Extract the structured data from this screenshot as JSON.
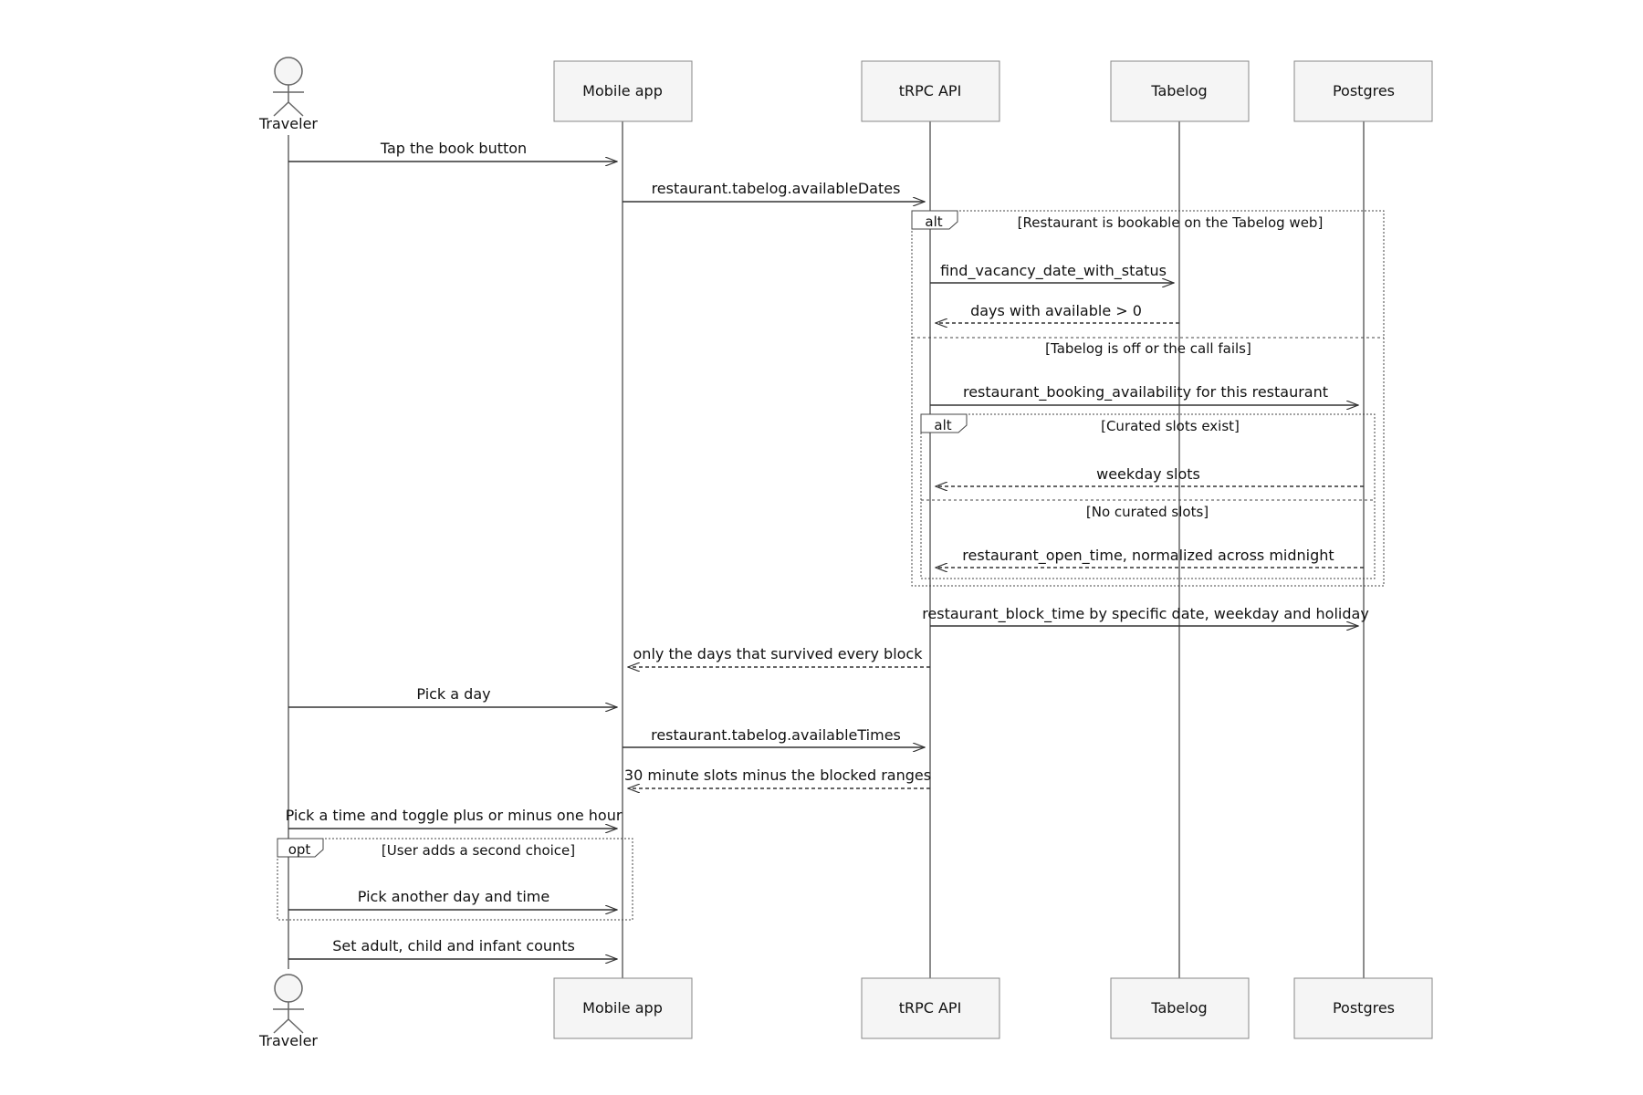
{
  "participants": {
    "traveler": "Traveler",
    "mobile": "Mobile app",
    "api": "tRPC API",
    "tabelog": "Tabelog",
    "postgres": "Postgres"
  },
  "messages": [
    "Tap the book button",
    "restaurant.tabelog.availableDates",
    "find_vacancy_date_with_status",
    "days with available > 0",
    "restaurant_booking_availability for this restaurant",
    "weekday slots",
    "restaurant_open_time, normalized across midnight",
    "restaurant_block_time by specific date, weekday and holiday",
    "only the days that survived every block",
    "Pick a day",
    "restaurant.tabelog.availableTimes",
    "30 minute slots minus the blocked ranges",
    "Pick a time and toggle plus or minus one hour",
    "Pick another day and time",
    "Set adult, child and infant counts"
  ],
  "frames": {
    "alt1": {
      "keyword": "alt",
      "cond1": "[Restaurant is bookable on the Tabelog web]",
      "cond2": "[Tabelog is off or the call fails]"
    },
    "alt2": {
      "keyword": "alt",
      "cond1": "[Curated slots exist]",
      "cond2": "[No curated slots]"
    },
    "opt": {
      "keyword": "opt",
      "cond": "[User adds a second choice]"
    }
  },
  "colors": {
    "line": "#555555",
    "frame": "#444444",
    "box_fill": "#f5f5f5",
    "box_stroke": "#888888"
  }
}
